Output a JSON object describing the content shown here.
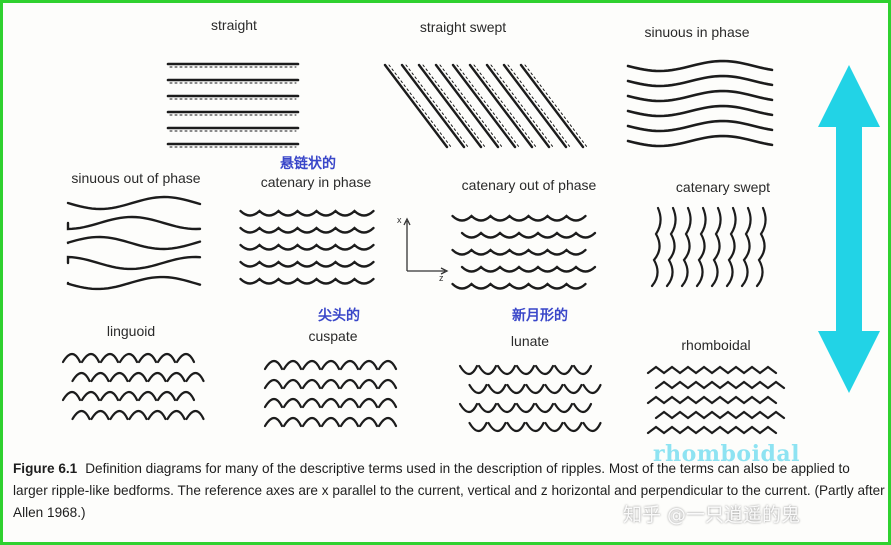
{
  "labels": {
    "straight": "straight",
    "straight_swept": "straight swept",
    "sinuous_in_phase": "sinuous in phase",
    "sinuous_out_of_phase": "sinuous out of phase",
    "catenary_in_phase": "catenary in phase",
    "catenary_out_of_phase": "catenary out of phase",
    "catenary_swept": "catenary swept",
    "linguoid": "linguoid",
    "cuspate": "cuspate",
    "lunate": "lunate",
    "rhomboidal": "rhomboidal"
  },
  "chinese_annotations": {
    "catenary": "悬链状的",
    "cuspate": "尖头的",
    "lunate": "新月形的"
  },
  "axes": {
    "x": "x",
    "z": "z"
  },
  "rhomboidal_overlay": "rhomboidal",
  "caption": {
    "figure_number": "Figure 6.1",
    "text": "Definition diagrams for many of the descriptive terms used in the description of ripples. Most of the terms can also be applied to larger ripple-like bedforms. The reference axes are x parallel to the current, vertical and z horizontal and perpendicular to the current. (Partly after Allen 1968.)"
  },
  "watermark": "知乎 @一只逍遥的鬼",
  "colors": {
    "frame_border": "#2fd12f",
    "arrow": "#22d3e6",
    "annotation": "#3a47c9",
    "overlay_text": "#8ee3f2"
  },
  "icons": {
    "arrow": "double-headed-vertical-arrow"
  }
}
